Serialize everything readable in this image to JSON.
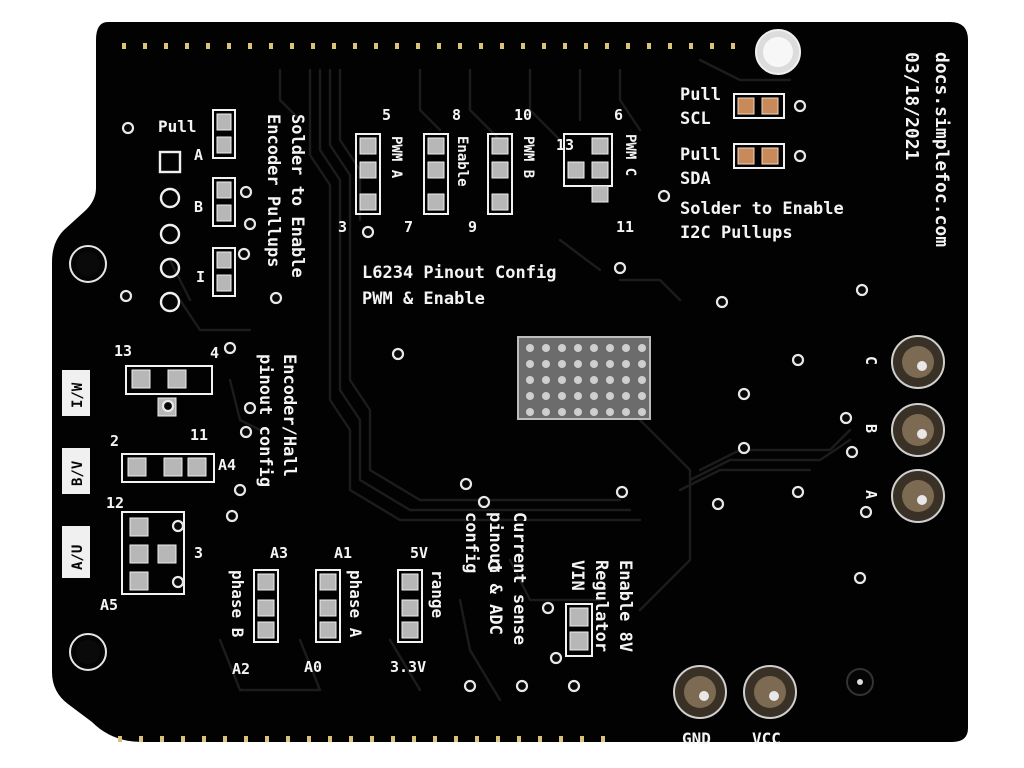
{
  "board": {
    "website": "docs.simplefoc.com",
    "date": "03/18/2021"
  },
  "encoder": {
    "pull_label": "Pull",
    "pins": [
      "A",
      "B",
      "I"
    ],
    "note_line1": "Solder to Enable",
    "note_line2": "Encoder Pullups"
  },
  "i2c": {
    "scl_line1": "Pull",
    "scl_line2": "SCL",
    "sda_line1": "Pull",
    "sda_line2": "SDA",
    "note_line1": "Solder to Enable",
    "note_line2": "I2C Pullups"
  },
  "pwm": {
    "labels": [
      "PWM A",
      "Enable",
      "PWM B",
      "PWM C"
    ],
    "pins_top": [
      "5",
      "8",
      "10",
      "13",
      "6"
    ],
    "pins_bottom": [
      "3",
      "7",
      "9",
      "11"
    ],
    "title_line1": "L6234 Pinout Config",
    "title_line2": "PWM & Enable"
  },
  "hall": {
    "side_tabs": [
      "I/W",
      "B/V",
      "A/U"
    ],
    "pins": [
      "13",
      "4",
      "2",
      "11",
      "A4",
      "12",
      "3",
      "A5"
    ],
    "title_line1": "Encoder/Hall",
    "title_line2": "pinout config"
  },
  "current_sense": {
    "phase_b": "phase B",
    "phase_a": "phase A",
    "phase_b_pins": [
      "A3",
      "A2"
    ],
    "phase_a_pins": [
      "A1",
      "A0"
    ],
    "range_label": "range",
    "range_values": [
      "5V",
      "3.3V"
    ],
    "title_line1": "Current sense",
    "title_line2": "pinout & ADC",
    "title_line3": "config"
  },
  "regulator": {
    "line1": "Enable 8V",
    "line2": "Regulator",
    "line3": "VIN"
  },
  "motor": {
    "phases": [
      "C",
      "B",
      "A"
    ]
  },
  "power": {
    "labels": [
      "GND",
      "VCC"
    ]
  }
}
